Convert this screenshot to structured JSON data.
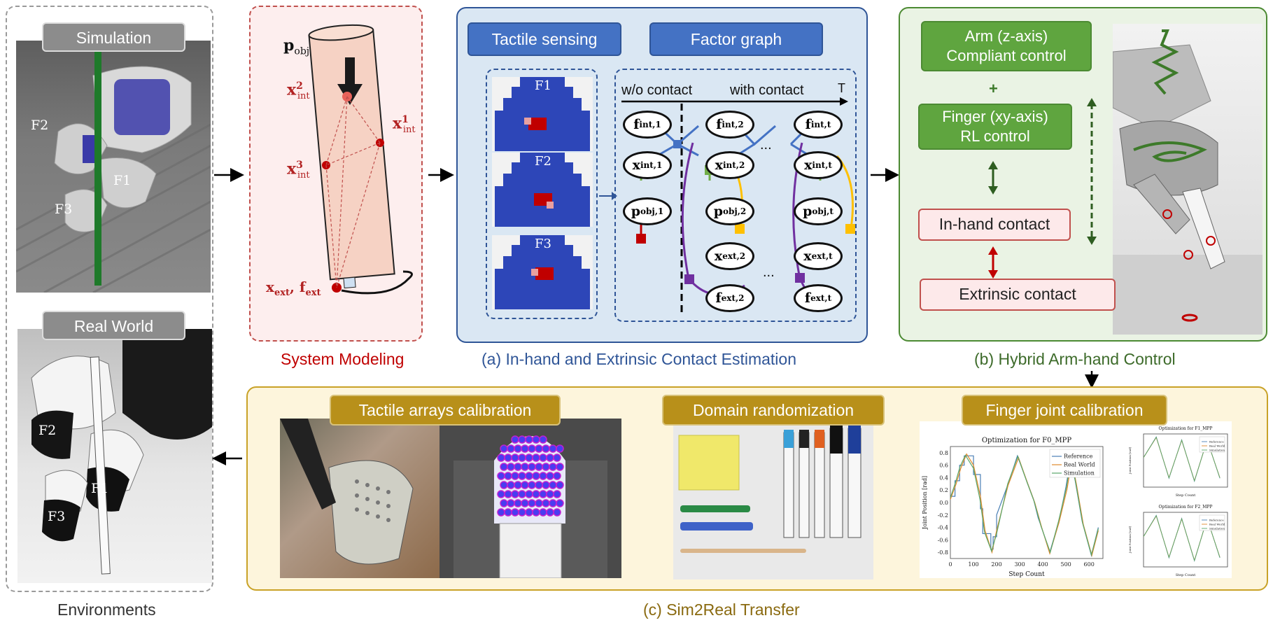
{
  "environments": {
    "caption": "Environments",
    "simulation_label": "Simulation",
    "real_world_label": "Real World",
    "finger_labels": [
      "F1",
      "F2",
      "F3"
    ]
  },
  "system_modeling": {
    "caption": "System Modeling",
    "p_obj": "p",
    "p_obj_sub": "obj",
    "x_int": "x",
    "int_sub": "int",
    "superscripts": [
      "1",
      "2",
      "3"
    ],
    "x_ext": "x",
    "f_ext": "f",
    "ext_sub": "ext",
    "comma": ","
  },
  "contact_estimation": {
    "caption": "(a) In-hand and Extrinsic Contact Estimation",
    "tactile_label": "Tactile sensing",
    "factor_label": "Factor graph",
    "sensor_names": [
      "F1",
      "F2",
      "F3"
    ],
    "wo_contact": "w/o contact",
    "with_contact": "with contact",
    "time_label": "T",
    "ellipsis": "...",
    "nodes": {
      "f": "f",
      "x": "x",
      "p": "p",
      "int_1": "int,1",
      "int_2": "int,2",
      "int_t": "int,t",
      "obj_1": "obj,1",
      "obj_2": "obj,2",
      "obj_t": "obj,t",
      "ext_2": "ext,2",
      "ext_t": "ext,t"
    }
  },
  "hybrid_control": {
    "caption": "(b) Hybrid Arm-hand Control",
    "arm_label_line1": "Arm (z-axis)",
    "arm_label_line2": "Compliant control",
    "plus": "+",
    "finger_label_line1": "Finger (xy-axis)",
    "finger_label_line2": "RL control",
    "inhand_label": "In-hand contact",
    "extrinsic_label": "Extrinsic contact"
  },
  "sim2real": {
    "caption": "(c) Sim2Real Transfer",
    "tactile_calib_label": "Tactile arrays calibration",
    "domain_rand_label": "Domain randomization",
    "finger_joint_label": "Finger joint calibration"
  },
  "chart_data": [
    {
      "type": "line",
      "title": "Optimization for F0_MPP",
      "xlabel": "Step Count",
      "ylabel": "Joint Position [rad]",
      "xticks": [
        "0",
        "100",
        "200",
        "300",
        "400",
        "500",
        "600"
      ],
      "yticks": [
        "-0.8",
        "-0.6",
        "-0.4",
        "-0.2",
        "0.0",
        "0.2",
        "0.4",
        "0.6",
        "0.8"
      ],
      "xlim": [
        0,
        660
      ],
      "ylim": [
        -0.9,
        0.9
      ],
      "legend_position": "top-right",
      "series": [
        {
          "name": "Reference",
          "color": "#4a7fb5",
          "x": [
            0,
            20,
            20,
            40,
            40,
            60,
            60,
            100,
            100,
            130,
            130,
            140,
            140,
            175,
            175,
            185,
            185,
            200,
            200,
            250,
            290,
            330,
            360,
            380,
            390,
            430,
            470,
            500,
            520,
            540,
            570,
            610,
            640
          ],
          "y": [
            0.1,
            0.1,
            0.35,
            0.35,
            0.6,
            0.6,
            0.75,
            0.75,
            0.45,
            0.45,
            -0.1,
            -0.1,
            -0.5,
            -0.5,
            -0.75,
            -0.75,
            -0.55,
            -0.55,
            -0.2,
            0.3,
            0.75,
            0.35,
            0.05,
            -0.25,
            -0.35,
            -0.8,
            -0.3,
            0.25,
            0.7,
            0.35,
            -0.3,
            -0.85,
            -0.4
          ]
        },
        {
          "name": "Real World",
          "color": "#e08a2c",
          "x": [
            0,
            25,
            45,
            70,
            100,
            130,
            150,
            180,
            200,
            250,
            295,
            335,
            365,
            395,
            430,
            470,
            505,
            525,
            545,
            575,
            612,
            640
          ],
          "y": [
            0.05,
            0.3,
            0.55,
            0.78,
            0.6,
            0.1,
            -0.45,
            -0.8,
            -0.45,
            0.28,
            0.72,
            0.3,
            0.0,
            -0.4,
            -0.82,
            -0.32,
            0.22,
            0.68,
            0.3,
            -0.35,
            -0.85,
            -0.45
          ]
        },
        {
          "name": "Simulation",
          "color": "#5aa66a",
          "x": [
            0,
            22,
            42,
            65,
            100,
            128,
            148,
            178,
            200,
            248,
            292,
            332,
            362,
            392,
            432,
            468,
            502,
            522,
            542,
            572,
            610,
            640
          ],
          "y": [
            0.08,
            0.32,
            0.58,
            0.76,
            0.55,
            0.05,
            -0.48,
            -0.78,
            -0.5,
            0.3,
            0.74,
            0.32,
            0.02,
            -0.38,
            -0.8,
            -0.3,
            0.24,
            0.7,
            0.32,
            -0.33,
            -0.84,
            -0.42
          ]
        }
      ]
    },
    {
      "type": "line",
      "title": "Optimization for F1_MPP",
      "xlabel": "Step Count",
      "ylabel": "Joint Position [rad]",
      "legend_position": "top-right",
      "series": [
        {
          "name": "Reference",
          "color": "#4a7fb5",
          "x": [
            0,
            100,
            200,
            300,
            400,
            500,
            600
          ],
          "y": [
            0.1,
            0.8,
            -0.6,
            0.7,
            -0.7,
            0.7,
            -0.6
          ]
        },
        {
          "name": "Real World",
          "color": "#e08a2c",
          "x": [
            0,
            100,
            200,
            300,
            400,
            500,
            600
          ],
          "y": [
            0.1,
            0.78,
            -0.58,
            0.68,
            -0.68,
            0.68,
            -0.58
          ]
        },
        {
          "name": "Simulation",
          "color": "#5aa66a",
          "x": [
            0,
            100,
            200,
            300,
            400,
            500,
            600
          ],
          "y": [
            0.1,
            0.79,
            -0.59,
            0.69,
            -0.69,
            0.69,
            -0.59
          ]
        }
      ]
    },
    {
      "type": "line",
      "title": "Optimization for F2_MPP",
      "xlabel": "Step Count",
      "ylabel": "Joint Position [rad]",
      "legend_position": "top-right",
      "series": [
        {
          "name": "Reference",
          "color": "#4a7fb5",
          "x": [
            0,
            100,
            200,
            300,
            400,
            500,
            600
          ],
          "y": [
            0.1,
            0.8,
            -0.6,
            0.7,
            -0.7,
            0.7,
            -0.6
          ]
        },
        {
          "name": "Real World",
          "color": "#e08a2c",
          "x": [
            0,
            100,
            200,
            300,
            400,
            500,
            600
          ],
          "y": [
            0.1,
            0.78,
            -0.58,
            0.68,
            -0.68,
            0.68,
            -0.58
          ]
        },
        {
          "name": "Simulation",
          "color": "#5aa66a",
          "x": [
            0,
            100,
            200,
            300,
            400,
            500,
            600
          ],
          "y": [
            0.1,
            0.79,
            -0.59,
            0.69,
            -0.69,
            0.69,
            -0.59
          ]
        }
      ]
    }
  ]
}
